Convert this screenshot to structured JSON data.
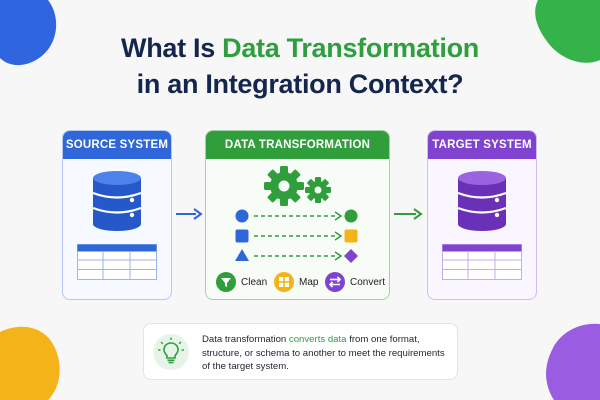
{
  "title": {
    "line1_pre": "What Is ",
    "line1_highlight": "Data Transformation",
    "line2": "in an Integration Context?"
  },
  "panels": {
    "source": {
      "label": "SOURCE SYSTEM",
      "color": "#2f66d9"
    },
    "transformation": {
      "label": "DATA TRANSFORMATION",
      "color": "#2f9e3b"
    },
    "target": {
      "label": "TARGET SYSTEM",
      "color": "#7f43cf"
    }
  },
  "legend": [
    {
      "label": "Clean",
      "icon": "filter-icon"
    },
    {
      "label": "Map",
      "icon": "grid-icon"
    },
    {
      "label": "Convert",
      "icon": "swap-icon"
    }
  ],
  "info": {
    "icon": "lightbulb-icon",
    "text_pre": "Data transformation ",
    "text_highlight": "converts data",
    "text_post": " from one format, structure, or schema to another to meet the requirements of the target system."
  },
  "colors": {
    "title": "#14264d",
    "accent_green": "#2e9e3e",
    "blue": "#2f66d9",
    "purple": "#7f43cf",
    "orange": "#f5b31a"
  }
}
